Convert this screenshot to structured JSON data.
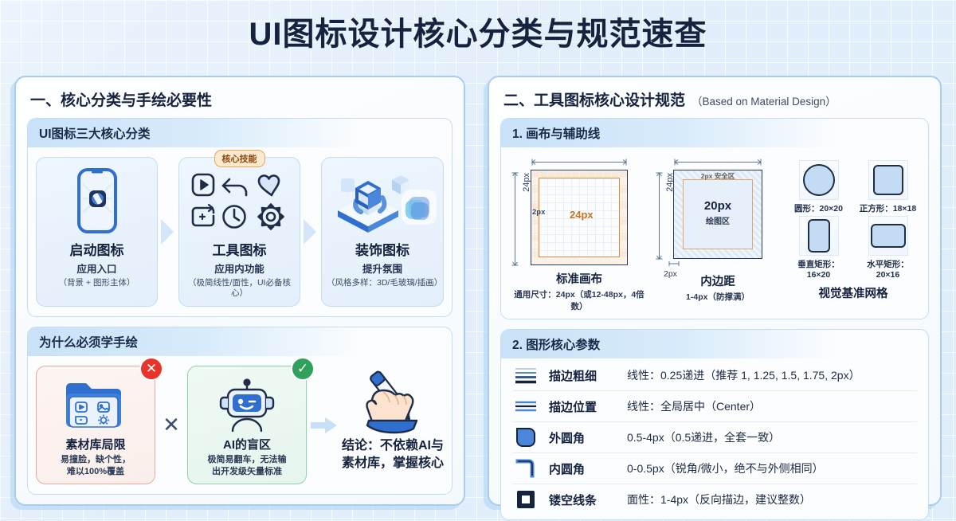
{
  "title": "UI图标设计核心分类与规范速查",
  "left_panel": {
    "heading": "一、核心分类与手绘必要性",
    "section1": {
      "title": "UI图标三大核心分类",
      "badge": "核心技能",
      "cards": [
        {
          "icon": "app-launch-icon",
          "name": "启动图标",
          "sub": "应用入口",
          "note": "（背景 + 图形主体）"
        },
        {
          "icon": "tool-icons-grid",
          "name": "工具图标",
          "sub": "应用内功能",
          "note": "（极简线性/面性，UI必备核心）"
        },
        {
          "icon": "decorative-3d-icon",
          "name": "装饰图标",
          "sub": "提升氛围",
          "note": "（风格多样：3D/毛玻璃/插画）"
        }
      ]
    },
    "section2": {
      "title": "为什么必须学手绘",
      "bad": {
        "mark": "✕",
        "icon": "asset-library-folder-icon",
        "name": "素材库局限",
        "note": "易撞脸，缺个性，\n难以100%覆盖"
      },
      "separator": "✕",
      "good": {
        "mark": "✓",
        "icon": "robot-icon",
        "name": "AI的盲区",
        "note": "极简易翻车，无法输\n出开发级矢量标准"
      },
      "conclusion": {
        "icon": "hand-drawing-pen-icon",
        "text": "结论：不依赖AI与\n素材库，掌握核心"
      }
    }
  },
  "right_panel": {
    "heading": "二、工具图标核心设计规范",
    "heading_sub": "（Based on Material Design）",
    "section1": {
      "title": "1. 画布与辅助线",
      "canvas_standard": {
        "top_dim": "24px",
        "left_dim": "24px",
        "inner_pad_label": "2px",
        "inner_label": "24px",
        "caption": "标准画布",
        "note": "通用尺寸：24px（或12-48px，4倍数）"
      },
      "canvas_padding": {
        "top_dim": "24px",
        "left_dim": "24px",
        "safe_label": "2px 安全区",
        "bottom_dim": "2px",
        "inner_label": "20px",
        "inner_sub": "绘图区",
        "caption": "内边距",
        "note": "1-4px（防撑满）"
      },
      "grid_shapes": {
        "title": "视觉基准网格",
        "items": [
          {
            "shape": "circle-shape",
            "label": "圆形：20×20"
          },
          {
            "shape": "square-shape",
            "label": "正方形：18×18"
          },
          {
            "shape": "vertical-rect-shape",
            "label": "垂直矩形：16×20"
          },
          {
            "shape": "horizontal-rect-shape",
            "label": "水平矩形：20×16"
          }
        ]
      }
    },
    "section2": {
      "title": "2. 图形核心参数",
      "rows": [
        {
          "icon": "stroke-weight-icon",
          "name": "描边粗细",
          "value": "线性：0.25递进（推荐 1, 1.25, 1.5, 1.75, 2px）"
        },
        {
          "icon": "stroke-align-icon",
          "name": "描边位置",
          "value": "线性：全局居中（Center）"
        },
        {
          "icon": "outer-corner-icon",
          "name": "外圆角",
          "value": "0.5-4px（0.5递进，全套一致）"
        },
        {
          "icon": "inner-corner-icon",
          "name": "内圆角",
          "value": "0-0.5px（锐角/微小，绝不与外侧相同）"
        },
        {
          "icon": "cutout-line-icon",
          "name": "镂空线条",
          "value": "面性：1-4px（反向描边，建议整数）"
        }
      ]
    }
  },
  "colors": {
    "ink": "#16233f",
    "accent_blue": "#2f6fd0",
    "panel_border": "#a9cdee",
    "badge_bg": "#fde9cf",
    "badge_border": "#e9a455",
    "bad_border": "#e8a99b",
    "good_border": "#8fcfae",
    "orange": "#e08a3c",
    "red": "#e8342a",
    "green": "#2fa15c"
  }
}
